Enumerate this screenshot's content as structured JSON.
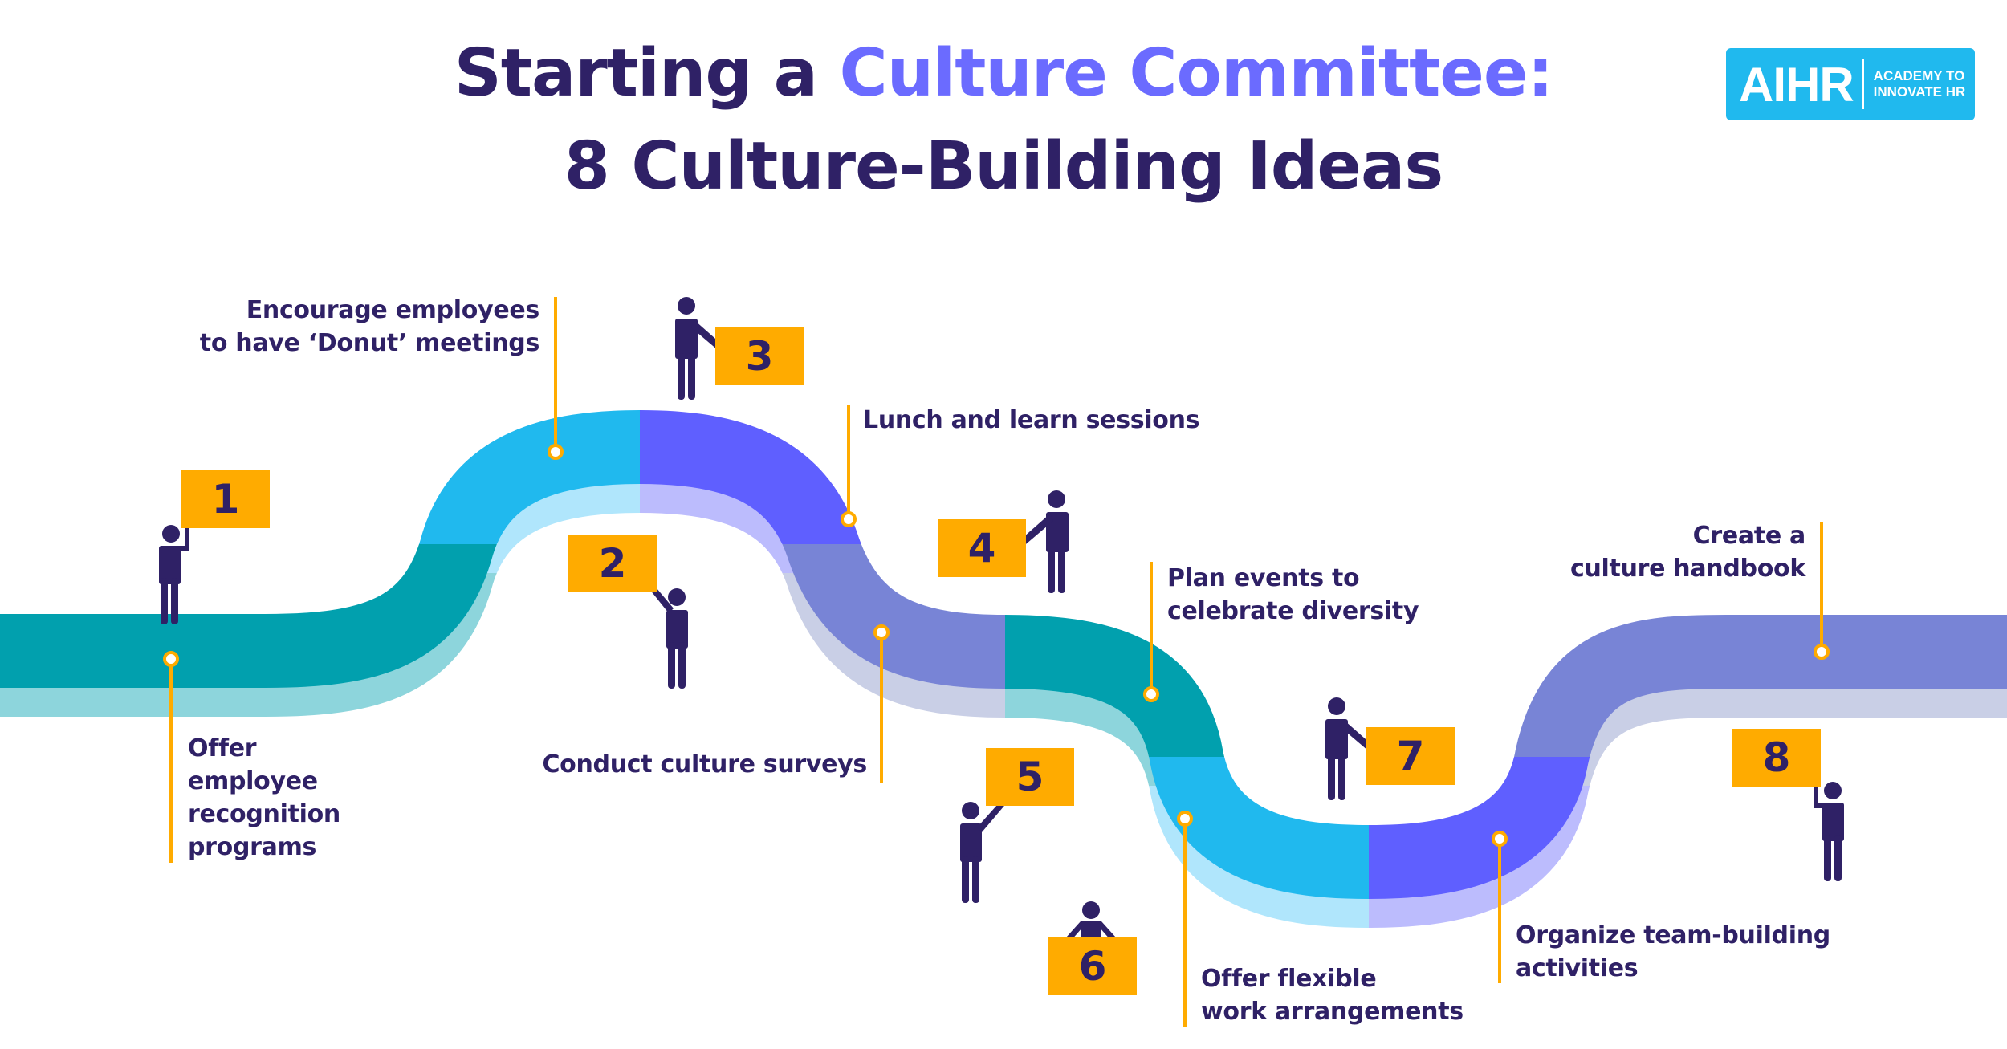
{
  "title": {
    "line1_prefix": "Starting a ",
    "line1_accent": "Culture Committee:",
    "line2": "8 Culture-Building Ideas"
  },
  "logo": {
    "mark": "AIHR",
    "sub_line1": "ACADEMY TO",
    "sub_line2": "INNOVATE HR"
  },
  "colors": {
    "navy": "#2f2166",
    "accent_purple": "#6b6bff",
    "badge_orange": "#ffab00",
    "teal": "#01a0ae",
    "teal_shadow": "#8dd5dc",
    "sky": "#20b9ee",
    "sky_shadow": "#b0e6fc",
    "violet": "#5f5fff",
    "violet_shadow": "#bcbcfd",
    "periwinkle": "#7884d6",
    "periwinkle_shadow": "#c9cfe6",
    "logo_blue": "#20b9ee"
  },
  "steps": [
    {
      "number": "1",
      "label_lines": [
        "Offer",
        "employee",
        "recognition",
        "programs"
      ]
    },
    {
      "number": "2",
      "label_lines": [
        "Encourage employees",
        "to have ‘Donut’ meetings"
      ]
    },
    {
      "number": "3",
      "label_lines": [
        "Lunch and learn sessions"
      ]
    },
    {
      "number": "4",
      "label_lines": [
        "Conduct culture surveys"
      ]
    },
    {
      "number": "5",
      "label_lines": [
        "Plan events to",
        "celebrate diversity"
      ]
    },
    {
      "number": "6",
      "label_lines": [
        "Offer flexible",
        "work arrangements"
      ]
    },
    {
      "number": "7",
      "label_lines": [
        "Organize team-building",
        "activities"
      ]
    },
    {
      "number": "8",
      "label_lines": [
        "Create a",
        "culture handbook"
      ]
    }
  ]
}
